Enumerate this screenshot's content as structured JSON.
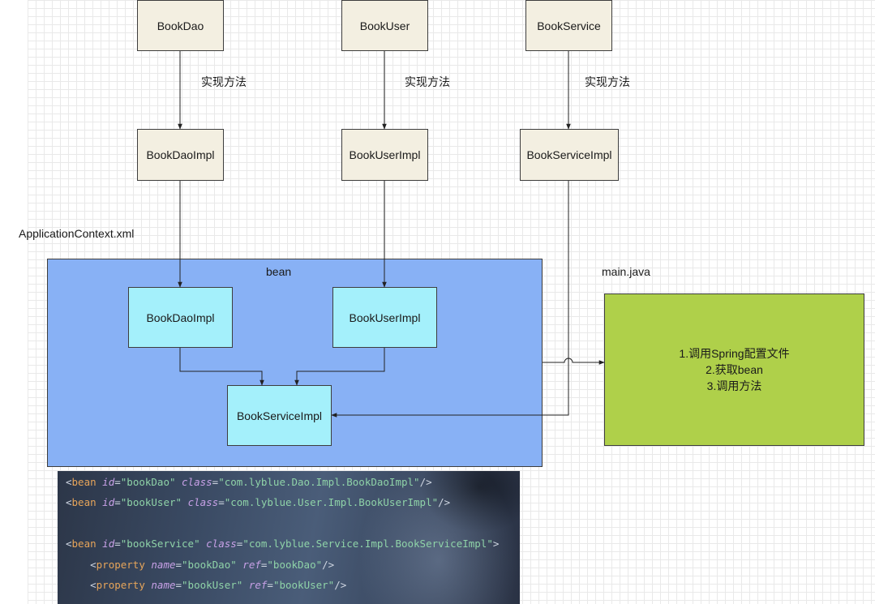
{
  "diagram": {
    "interfaces": [
      "BookDao",
      "BookUser",
      "BookService"
    ],
    "implementations": [
      "BookDaoImpl",
      "BookUserImpl",
      "BookServiceImpl"
    ],
    "edge_label": "实现方法",
    "config_file_label": "ApplicationContext.xml",
    "bean_container_label": "bean",
    "bean_nodes": [
      "BookDaoImpl",
      "BookUserImpl",
      "BookServiceImpl"
    ],
    "main_label": "main.java",
    "main_steps": [
      "1.调用Spring配置文件",
      "2.获取bean",
      "3.调用方法"
    ]
  },
  "code": {
    "lines": [
      [
        {
          "t": "<",
          "c": "punc"
        },
        {
          "t": "bean",
          "c": "tag"
        },
        {
          "t": " ",
          "c": "plain"
        },
        {
          "t": "id",
          "c": "attr"
        },
        {
          "t": "=",
          "c": "punc"
        },
        {
          "t": "\"bookDao\"",
          "c": "str"
        },
        {
          "t": " ",
          "c": "plain"
        },
        {
          "t": "class",
          "c": "attr"
        },
        {
          "t": "=",
          "c": "punc"
        },
        {
          "t": "\"com.lyblue.Dao.Impl.BookDaoImpl\"",
          "c": "str"
        },
        {
          "t": "/>",
          "c": "punc"
        }
      ],
      [
        {
          "t": "<",
          "c": "punc"
        },
        {
          "t": "bean",
          "c": "tag"
        },
        {
          "t": " ",
          "c": "plain"
        },
        {
          "t": "id",
          "c": "attr"
        },
        {
          "t": "=",
          "c": "punc"
        },
        {
          "t": "\"bookUser\"",
          "c": "str"
        },
        {
          "t": " ",
          "c": "plain"
        },
        {
          "t": "class",
          "c": "attr"
        },
        {
          "t": "=",
          "c": "punc"
        },
        {
          "t": "\"com.lyblue.User.Impl.BookUserImpl\"",
          "c": "str"
        },
        {
          "t": "/>",
          "c": "punc"
        }
      ],
      [],
      [
        {
          "t": "<",
          "c": "punc"
        },
        {
          "t": "bean",
          "c": "tag"
        },
        {
          "t": " ",
          "c": "plain"
        },
        {
          "t": "id",
          "c": "attr"
        },
        {
          "t": "=",
          "c": "punc"
        },
        {
          "t": "\"bookService\"",
          "c": "str"
        },
        {
          "t": " ",
          "c": "plain"
        },
        {
          "t": "class",
          "c": "attr"
        },
        {
          "t": "=",
          "c": "punc"
        },
        {
          "t": "\"com.lyblue.Service.Impl.BookServiceImpl\"",
          "c": "str"
        },
        {
          "t": ">",
          "c": "punc"
        }
      ],
      [
        {
          "t": "    ",
          "c": "plain"
        },
        {
          "t": "<",
          "c": "punc"
        },
        {
          "t": "property",
          "c": "tag"
        },
        {
          "t": " ",
          "c": "plain"
        },
        {
          "t": "name",
          "c": "attr"
        },
        {
          "t": "=",
          "c": "punc"
        },
        {
          "t": "\"bookDao\"",
          "c": "str"
        },
        {
          "t": " ",
          "c": "plain"
        },
        {
          "t": "ref",
          "c": "attr"
        },
        {
          "t": "=",
          "c": "punc"
        },
        {
          "t": "\"bookDao\"",
          "c": "str"
        },
        {
          "t": "/>",
          "c": "punc"
        }
      ],
      [
        {
          "t": "    ",
          "c": "plain"
        },
        {
          "t": "<",
          "c": "punc"
        },
        {
          "t": "property",
          "c": "tag"
        },
        {
          "t": " ",
          "c": "plain"
        },
        {
          "t": "name",
          "c": "attr"
        },
        {
          "t": "=",
          "c": "punc"
        },
        {
          "t": "\"bookUser\"",
          "c": "str"
        },
        {
          "t": " ",
          "c": "plain"
        },
        {
          "t": "ref",
          "c": "attr"
        },
        {
          "t": "=",
          "c": "punc"
        },
        {
          "t": "\"bookUser\"",
          "c": "str"
        },
        {
          "t": "/>",
          "c": "punc"
        }
      ]
    ]
  },
  "colors": {
    "interface_fill": "#f3efe1",
    "bean_container_fill": "#88b1f5",
    "bean_node_fill": "#a4f0fb",
    "main_fill": "#afd04a",
    "code_tag": "#e7a55a",
    "code_attr": "#c7a0e6",
    "code_string": "#8fd3a8"
  }
}
